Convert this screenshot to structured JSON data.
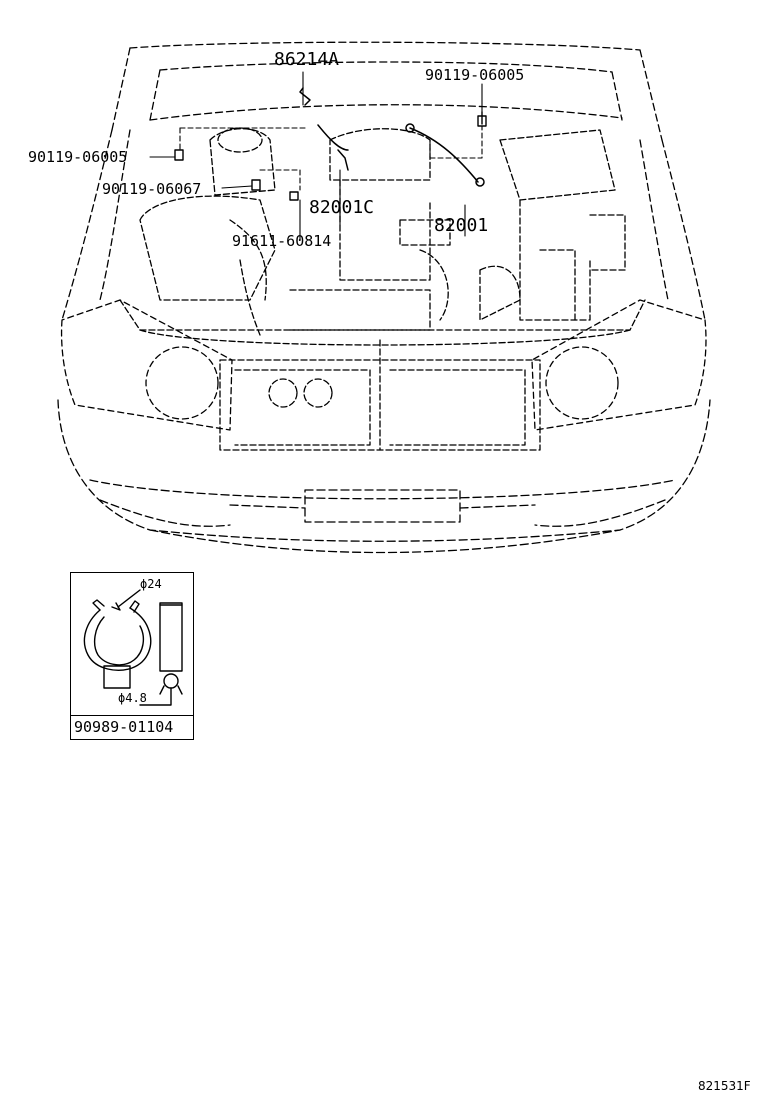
{
  "diagram": {
    "callouts": {
      "part_86214A": "86214A",
      "part_90119_06005_right": "90119-06005",
      "part_90119_06005_left": "90119-06005",
      "part_90119_06067": "90119-06067",
      "part_82001C": "82001C",
      "part_82001": "82001",
      "part_91611_60814": "91611-60814"
    },
    "inset": {
      "part_number": "90989-01104",
      "dim_outer": "ϕ24",
      "dim_inner": "ϕ4.8"
    },
    "figure_ref": "821531F"
  }
}
